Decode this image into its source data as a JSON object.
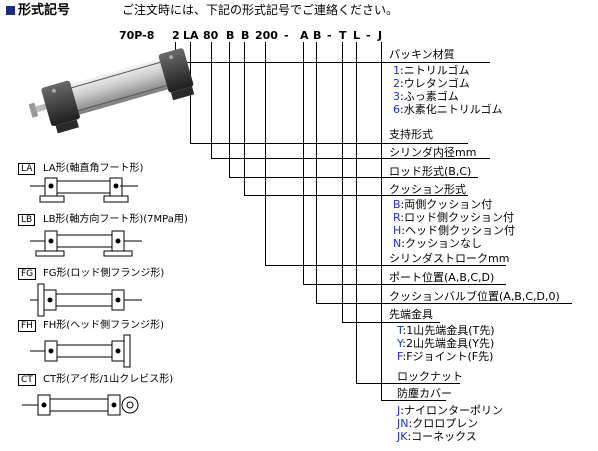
{
  "header": {
    "title": "形式記号",
    "note": "ご注文時には、下記の形式記号でご連絡ください。"
  },
  "code": {
    "tokens": [
      "70P-8",
      "2",
      "LA",
      "80",
      "B",
      "B",
      "200",
      "-",
      "A",
      "B",
      "-",
      "T",
      "L",
      "-",
      "J"
    ]
  },
  "types": [
    {
      "tag": "LA",
      "label": "LA形(軸直角フート形)"
    },
    {
      "tag": "LB",
      "label": "LB形(軸方向フート形)(7MPa用)"
    },
    {
      "tag": "FG",
      "label": "FG形(ロッド側フランジ形)"
    },
    {
      "tag": "FH",
      "label": "FH形(ヘッド側フランジ形)"
    },
    {
      "tag": "CT",
      "label": "CT形(アイ形/1山クレビス形)"
    }
  ],
  "spec": {
    "packing": {
      "title": "パッキン材質",
      "options": [
        {
          "code": "1",
          "text": ":ニトリルゴム"
        },
        {
          "code": "2",
          "text": ":ウレタンゴム"
        },
        {
          "code": "3",
          "text": ":ふっ素ゴム"
        },
        {
          "code": "6",
          "text": ":水素化ニトリルゴム"
        }
      ]
    },
    "support": "支持形式",
    "bore": "シリンダ内径mm",
    "rod": "ロッド形式(B,C)",
    "cushion": {
      "title": "クッション形式",
      "options": [
        {
          "code": "B",
          "text": ":両側クッション付"
        },
        {
          "code": "R",
          "text": ":ロッド側クッション付"
        },
        {
          "code": "H",
          "text": ":ヘッド側クッション付"
        },
        {
          "code": "N",
          "text": ":クッションなし"
        }
      ]
    },
    "stroke": "シリンダストロークmm",
    "port": "ポート位置(A,B,C,D)",
    "cushion_valve": "クッションバルブ位置(A,B,C,D,0)",
    "rod_end": {
      "title": "先端金具",
      "options": [
        {
          "code": "T",
          "text": ":1山先端金具(T先)"
        },
        {
          "code": "Y",
          "text": ":2山先端金具(Y先)"
        },
        {
          "code": "F",
          "text": ":Fジョイント(F先)"
        }
      ]
    },
    "locknut": "ロックナット",
    "cover": {
      "title": "防塵カバー",
      "options": [
        {
          "code": "J",
          "text": ":ナイロンターポリン"
        },
        {
          "code": "JN",
          "text": ":クロロプレン"
        },
        {
          "code": "JK",
          "text": ":コーネックス"
        }
      ]
    }
  }
}
